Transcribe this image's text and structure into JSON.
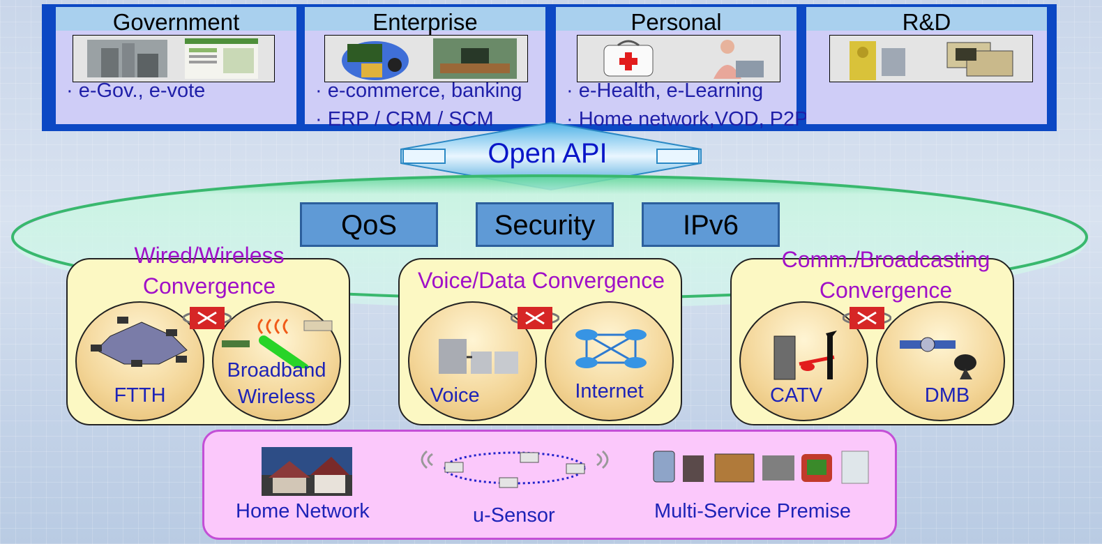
{
  "sectors": [
    {
      "title": "Government",
      "lines": [
        "· e-Gov., e-vote"
      ]
    },
    {
      "title": "Enterprise",
      "lines": [
        "· e-commerce, banking",
        "· ERP / CRM / SCM"
      ]
    },
    {
      "title": "Personal",
      "lines": [
        "· e-Health, e-Learning",
        "· Home network,VOD, P2P"
      ]
    },
    {
      "title": "R&D",
      "lines": []
    }
  ],
  "api": {
    "label": "Open API"
  },
  "tech": [
    "QoS",
    "Security",
    "IPv6"
  ],
  "convergence": [
    {
      "title": "Wired/Wireless\nConvergence",
      "left": "FTTH",
      "right": "Broadband\nWireless"
    },
    {
      "title": "Voice/Data Convergence",
      "left": "Voice",
      "right": "Internet"
    },
    {
      "title": "Comm./Broadcasting\nConvergence",
      "left": "CATV",
      "right": "DMB"
    }
  ],
  "premise": [
    "Home Network",
    "u-Sensor",
    "Multi-Service Premise"
  ],
  "colors": {
    "sector_border": "#0c48c4",
    "sector_bg": "#cfcdf7",
    "convergence_title": "#a010c8",
    "label": "#1d23b7",
    "tech_box": "#5f9ad6",
    "premise_bg": "#fbc8fb"
  }
}
